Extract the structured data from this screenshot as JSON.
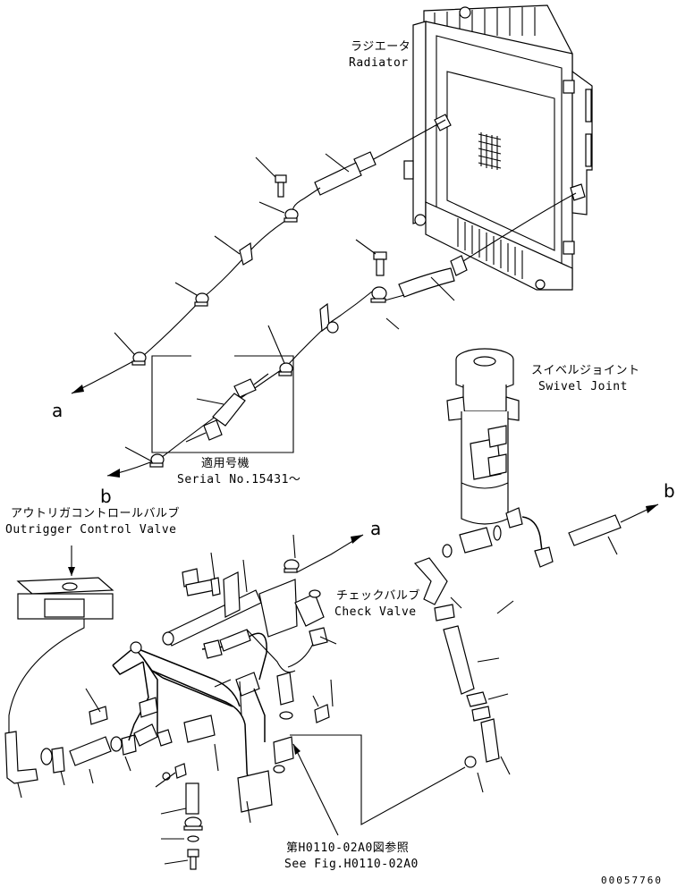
{
  "labels": {
    "radiator_jp": "ラジエータ",
    "radiator_en": "Radiator",
    "swivel_jp": "スイベルジョイント",
    "swivel_en": "Swivel Joint",
    "serial_jp": "適用号機",
    "serial_en": "Serial No.15431～",
    "outrigger_jp": "アウトリガコントロールバルブ",
    "outrigger_en": "Outrigger Control Valve",
    "check_jp": "チェックバルブ",
    "check_en": "Check Valve",
    "seefig_jp": "第H0110-02A0図参照",
    "seefig_en": "See Fig.H0110-02A0"
  },
  "connectors": {
    "a_left": "a",
    "b_left": "b",
    "a_right": "a",
    "b_right": "b"
  },
  "drawing_number": "00057760",
  "colors": {
    "ink": "#000000",
    "paper": "#ffffff"
  }
}
